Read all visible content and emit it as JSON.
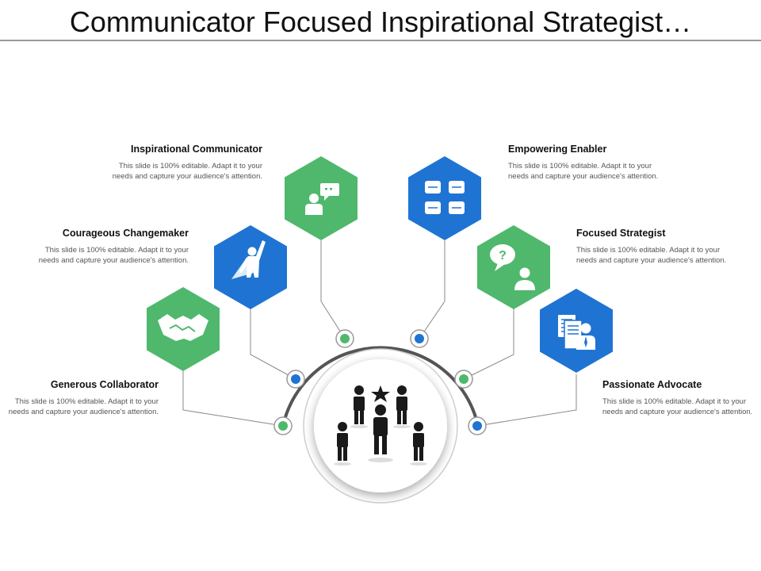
{
  "slide": {
    "title": "Communicator Focused Inspirational Strategist…"
  },
  "colors": {
    "green": "#4fb86c",
    "blue": "#1f74d3",
    "arc": "#555555",
    "connector": "#888888"
  },
  "center": {
    "icon": "group-leader-icon"
  },
  "nodes": [
    {
      "id": "generous-collaborator",
      "heading": "Generous Collaborator",
      "body": "This slide is 100% editable. Adapt it to your needs and capture your audience's attention.",
      "color": "green",
      "icon": "handshake-icon",
      "dot": "green"
    },
    {
      "id": "courageous-changemaker",
      "heading": "Courageous Changemaker",
      "body": "This slide is 100% editable. Adapt it to your needs and capture your audience's attention.",
      "color": "blue",
      "icon": "superhero-icon",
      "dot": "blue"
    },
    {
      "id": "inspirational-communicator",
      "heading": "Inspirational Communicator",
      "body": "This slide is 100% editable. Adapt it to your needs and capture your audience's attention.",
      "color": "green",
      "icon": "speech-person-icon",
      "dot": "green"
    },
    {
      "id": "empowering-enabler",
      "heading": "Empowering Enabler",
      "body": "This slide is 100% editable. Adapt it to your needs and capture your audience's attention.",
      "color": "blue",
      "icon": "fist-bump-icon",
      "dot": "blue"
    },
    {
      "id": "focused-strategist",
      "heading": "Focused Strategist",
      "body": "This slide is 100% editable. Adapt it to your needs and capture your audience's attention.",
      "color": "green",
      "icon": "question-person-icon",
      "dot": "green"
    },
    {
      "id": "passionate-advocate",
      "heading": "Passionate Advocate",
      "body": "This slide is 100% editable. Adapt it to your needs and capture your audience's attention.",
      "color": "blue",
      "icon": "lawyer-document-icon",
      "dot": "blue"
    }
  ]
}
